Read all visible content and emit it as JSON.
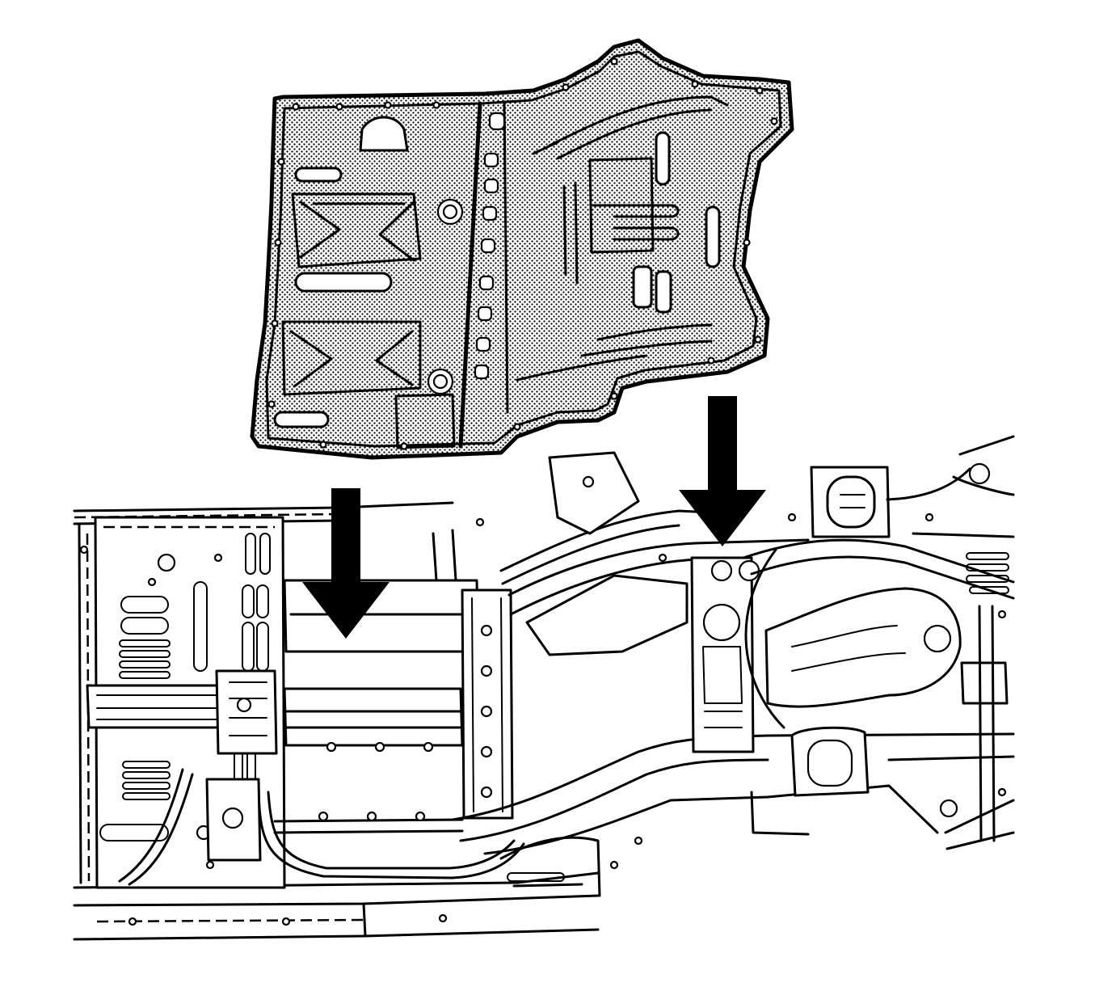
{
  "diagram": {
    "parts": [
      {
        "id": "floor-panel",
        "icon": "floor-panel-shaded"
      },
      {
        "id": "vehicle-body-underbody",
        "icon": "underbody-line-drawing"
      }
    ],
    "arrows": [
      {
        "id": "front-install-arrow",
        "direction": "down"
      },
      {
        "id": "rear-install-arrow",
        "direction": "down"
      }
    ],
    "colors": {
      "ink": "#000000",
      "paper": "#ffffff",
      "panel_shade": "#b8b8b8"
    }
  }
}
